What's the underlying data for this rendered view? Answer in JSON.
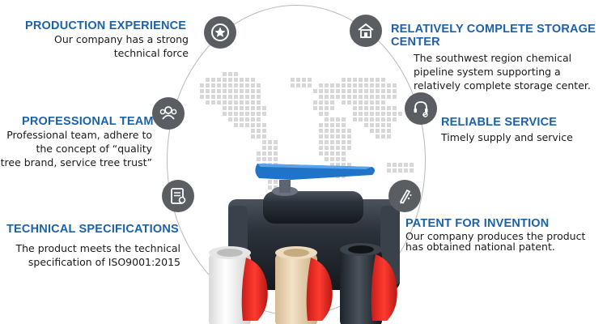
{
  "features": {
    "production": {
      "title": "PRODUCTION EXPERIENCE",
      "line1": "Our company has a strong",
      "line2": "technical force",
      "icon": "star-badge-icon"
    },
    "professional": {
      "title": "PROFESSIONAL TEAM",
      "line1": "Professional team, adhere to",
      "line2": "the concept of “quality",
      "line3": "tree brand, service tree trust”",
      "icon": "team-icon"
    },
    "technical": {
      "title": "TECHNICAL SPECIFICATIONS",
      "line1": "The product meets the technical",
      "line2": "specification of ISO9001:2015",
      "icon": "certificate-document-icon"
    },
    "storage": {
      "title_line1": "RELATIVELY COMPLETE STORAGE",
      "title_line2": "CENTER",
      "line1": "The southwest region chemical",
      "line2": "pipeline system supporting a",
      "line3": "relatively complete storage center.",
      "icon": "warehouse-icon"
    },
    "service": {
      "title": "RELIABLE SERVICE",
      "line1": "Timely supply and service",
      "icon": "headset-support-icon"
    },
    "patent": {
      "title": "PATENT FOR INVENTION",
      "line1": "Our company produces the product",
      "line2": "has obtained national patent.",
      "icon": "patent-pen-icon"
    }
  },
  "colors": {
    "title_blue": "#1c62a8",
    "badge_grey": "#5a5e63",
    "valve_black": "#2a2f36",
    "handle_blue": "#1f74c9",
    "handle_red": "#e02a23",
    "valve_white": "#f2f2f2",
    "valve_beige": "#e9d4b4"
  }
}
